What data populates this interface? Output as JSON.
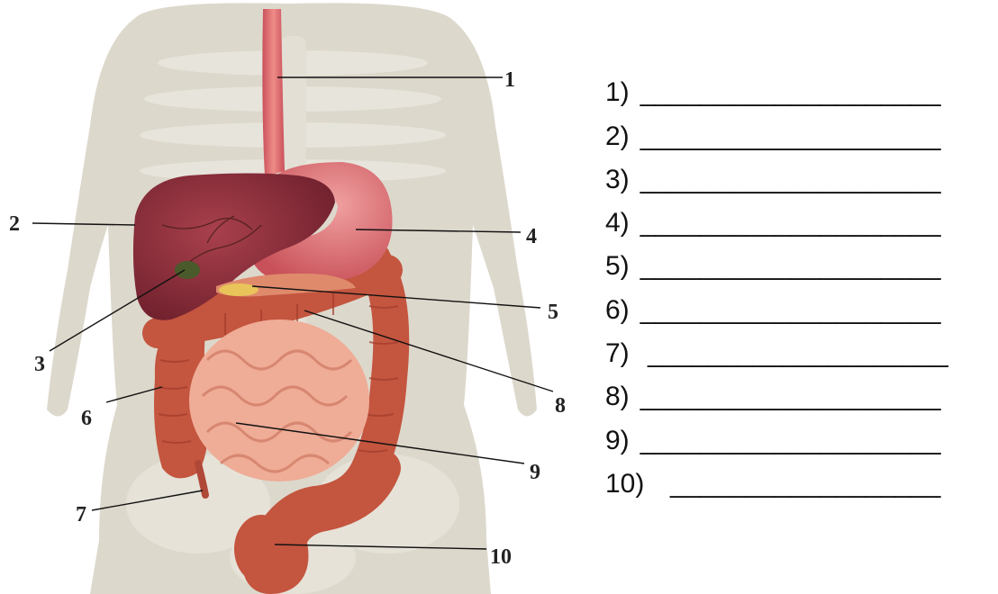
{
  "callouts": [
    "1",
    "2",
    "3",
    "4",
    "5",
    "6",
    "7",
    "8",
    "9",
    "10"
  ],
  "answer_lines": [
    {
      "number": "1)",
      "blank": "____________________"
    },
    {
      "number": "2)",
      "blank": "____________________"
    },
    {
      "number": "3)",
      "blank": "____________________"
    },
    {
      "number": "4)",
      "blank": "____________________"
    },
    {
      "number": "5)",
      "blank": "____________________"
    },
    {
      "number": "6)",
      "blank": "____________________"
    },
    {
      "number": "7)",
      "blank": " ____________________"
    },
    {
      "number": "8)",
      "blank": "____________________"
    },
    {
      "number": "9)",
      "blank": "____________________"
    },
    {
      "number": "10)",
      "blank": "  __________________"
    }
  ],
  "colors": {
    "body_silhouette": "#ddd8cc",
    "bone": "#e8e5dc",
    "liver": "#8c2f3a",
    "stomach": "#d86a6e",
    "esophagus": "#e27476",
    "large_intestine": "#c4553f",
    "small_intestine": "#efac96",
    "pancreas": "#e8c45a"
  }
}
